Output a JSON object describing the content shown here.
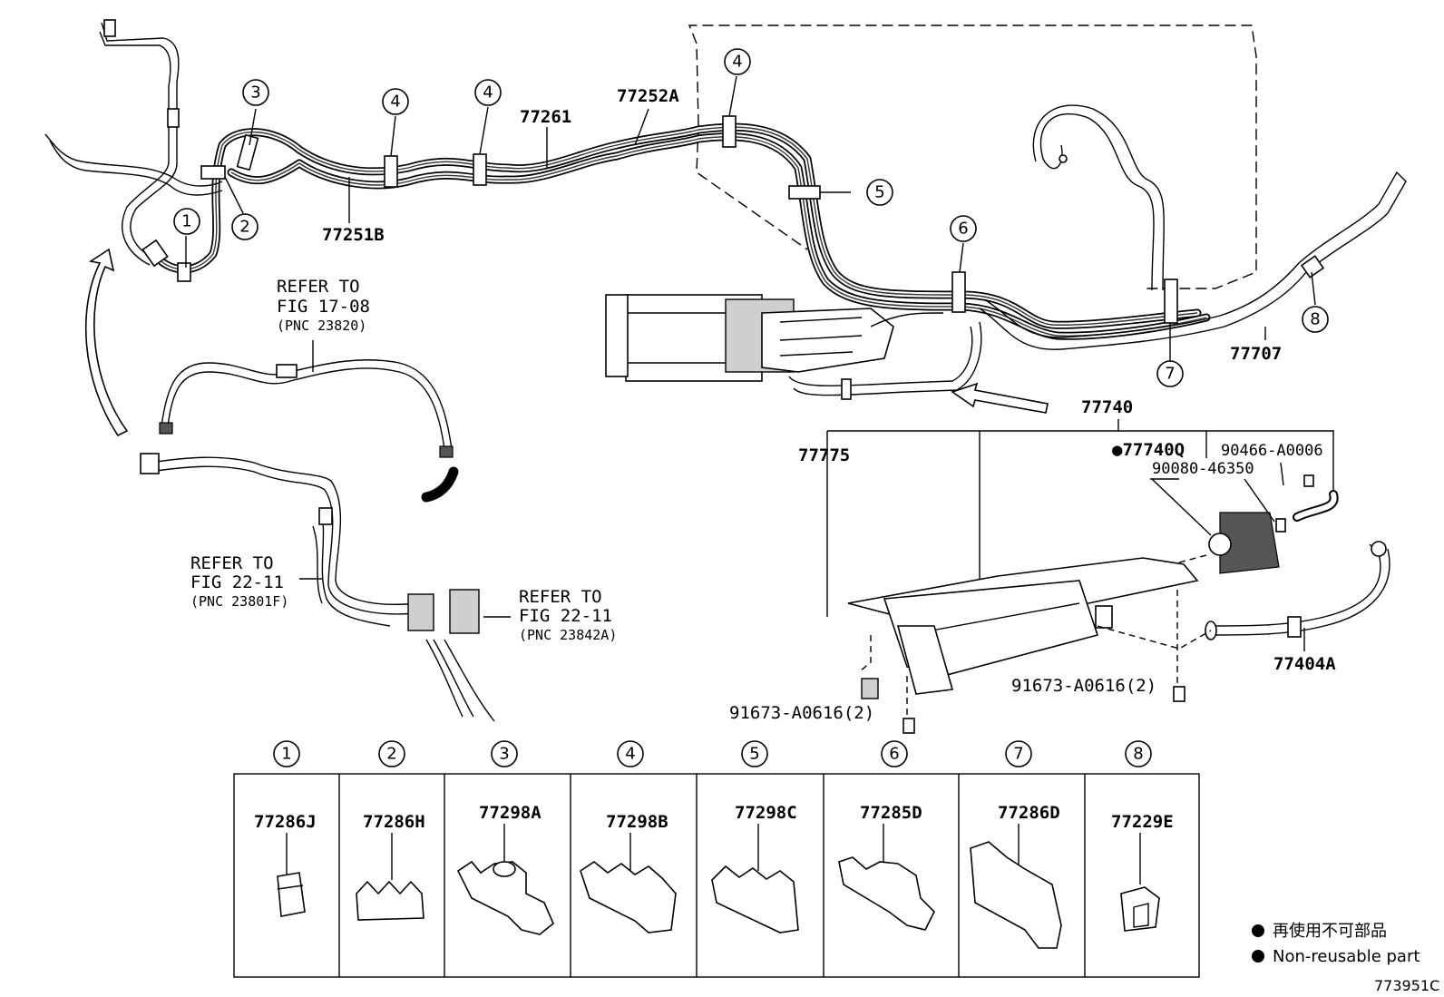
{
  "callouts": {
    "c1": "1",
    "c2": "2",
    "c3": "3",
    "c4a": "4",
    "c4b": "4",
    "c4c": "4",
    "c5": "5",
    "c6": "6",
    "c7": "7",
    "c8": "8"
  },
  "part_labels": {
    "p77251B": "77251B",
    "p77261": "77261",
    "p77252A": "77252A",
    "p77707": "77707",
    "p77740": "77740",
    "p77775": "77775",
    "p77740Q": "●77740Q",
    "p90466": "90466-A0006",
    "p90080": "90080-46350",
    "p77404A": "77404A",
    "bolt_left": "91673-A0616(2)",
    "bolt_right": "91673-A0616(2)"
  },
  "references": {
    "ref1": {
      "line1": "REFER TO",
      "line2": "FIG 17-08",
      "line3": "(PNC 23820)"
    },
    "ref2": {
      "line1": "REFER TO",
      "line2": "FIG 22-11",
      "line3": "(PNC 23801F)"
    },
    "ref3": {
      "line1": "REFER TO",
      "line2": "FIG 22-11",
      "line3": "(PNC 23842A)"
    }
  },
  "clamp_table": [
    {
      "num": "1",
      "part": "77286J"
    },
    {
      "num": "2",
      "part": "77286H"
    },
    {
      "num": "3",
      "part": "77298A"
    },
    {
      "num": "4",
      "part": "77298B"
    },
    {
      "num": "5",
      "part": "77298C"
    },
    {
      "num": "6",
      "part": "77285D"
    },
    {
      "num": "7",
      "part": "77286D"
    },
    {
      "num": "8",
      "part": "77229E"
    }
  ],
  "legend": {
    "jp": "再使用不可部品",
    "en": "Non-reusable part",
    "bullet": "●"
  },
  "figure_id": "773951C"
}
